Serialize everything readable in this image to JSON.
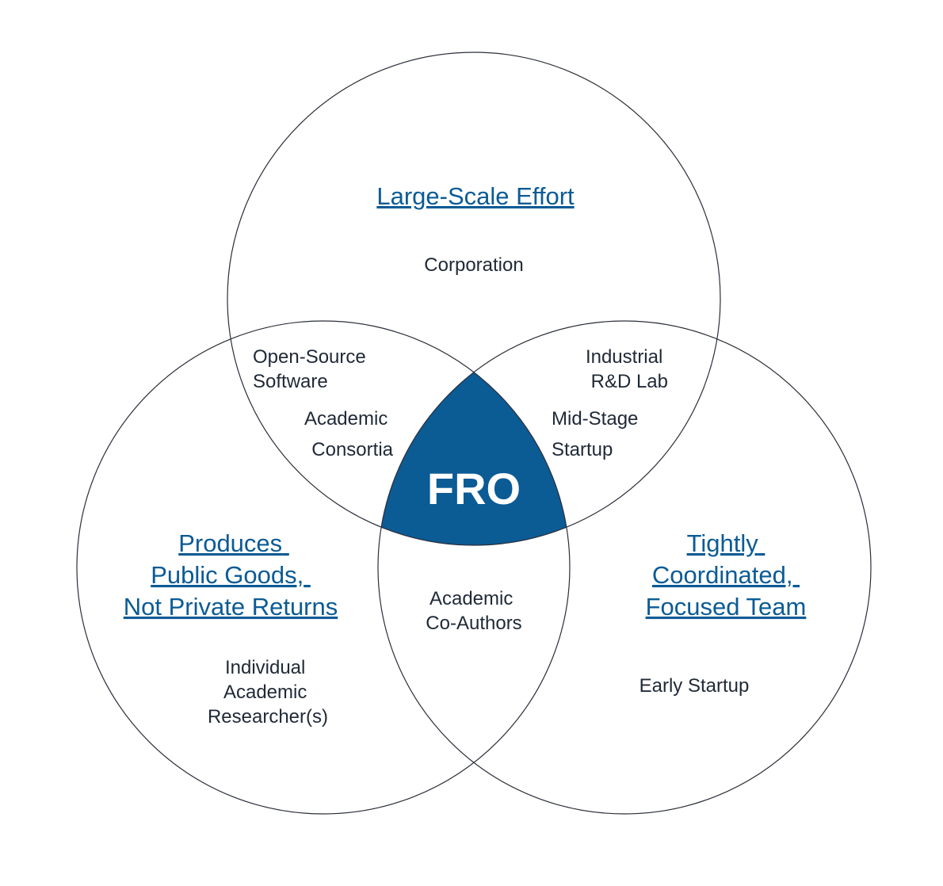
{
  "colors": {
    "accent": "#0b5b95",
    "circle_stroke": "#2b2f3a",
    "text": "#1f2937",
    "background": "#ffffff"
  },
  "circles": {
    "top": {
      "heading": "Large-Scale Effort",
      "label": "Corporation"
    },
    "left": {
      "heading": [
        "Produces",
        "Public Goods,",
        "Not Private Returns"
      ],
      "label": [
        "Individual",
        "Academic",
        "Researcher(s)"
      ]
    },
    "right": {
      "heading": [
        "Tightly",
        "Coordinated,",
        "Focused Team"
      ],
      "label": "Early Startup"
    }
  },
  "overlaps": {
    "top_left": {
      "label_1": [
        "Open-Source",
        "Software"
      ],
      "label_2": [
        "Academic",
        "Consortia"
      ]
    },
    "top_right": {
      "label_1": [
        "Industrial",
        "R&D Lab"
      ],
      "label_2": [
        "Mid-Stage",
        "Startup"
      ]
    },
    "left_right": {
      "label": [
        "Academic",
        "Co-Authors"
      ]
    },
    "center": {
      "label": "FRO"
    }
  }
}
